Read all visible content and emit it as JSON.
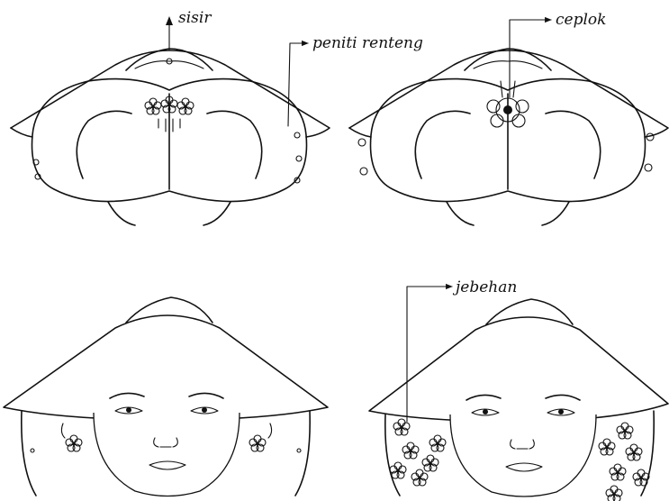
{
  "labels": {
    "sisir": "sisir",
    "peniti_renteng": "peniti renteng",
    "ceplok": "ceplok",
    "jebehan": "jebehan"
  }
}
